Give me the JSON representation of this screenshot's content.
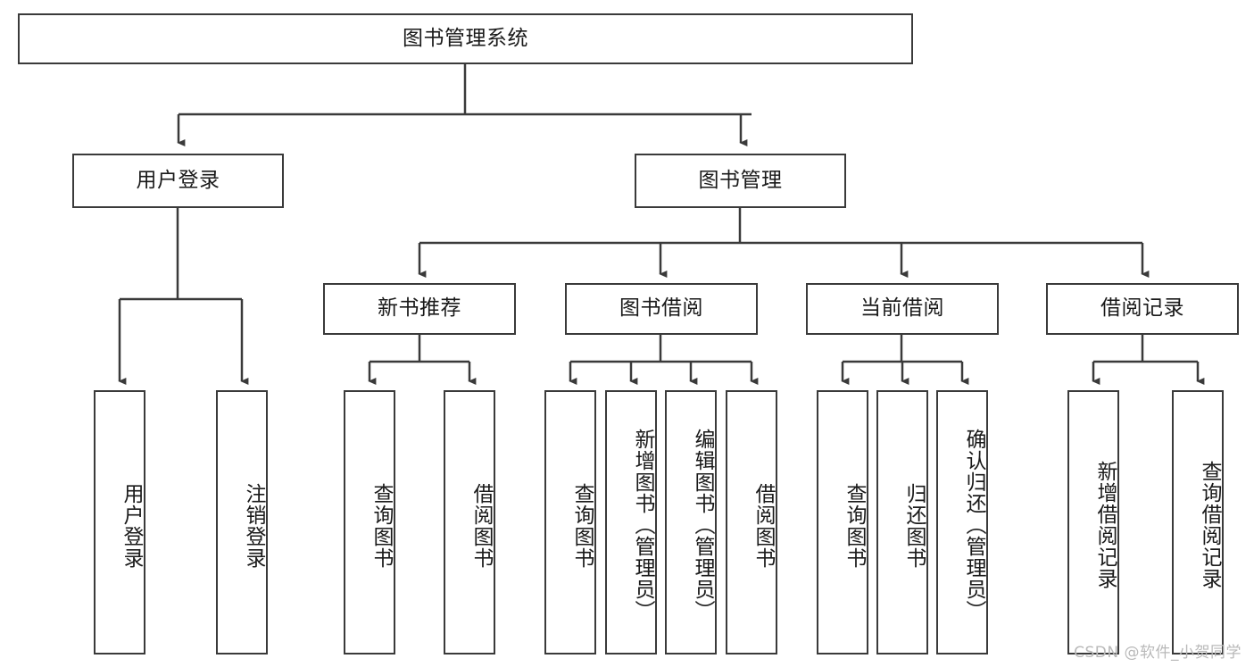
{
  "diagram": {
    "title": "图书管理系统",
    "type": "tree-hierarchy",
    "root": {
      "label": "图书管理系统"
    },
    "level2": [
      {
        "label": "用户登录"
      },
      {
        "label": "图书管理"
      }
    ],
    "level3": [
      {
        "label": "新书推荐"
      },
      {
        "label": "图书借阅"
      },
      {
        "label": "当前借阅"
      },
      {
        "label": "借阅记录"
      }
    ],
    "leaves": {
      "user_login": [
        {
          "label": "用户登录"
        },
        {
          "label": "注销登录"
        }
      ],
      "new_book_recommend": [
        {
          "label": "查询图书"
        },
        {
          "label": "借阅图书"
        }
      ],
      "book_borrow": [
        {
          "label": "查询图书"
        },
        {
          "label": "新增图书（管理员）"
        },
        {
          "label": "编辑图书（管理员）"
        },
        {
          "label": "借阅图书"
        }
      ],
      "current_borrow": [
        {
          "label": "查询图书"
        },
        {
          "label": "归还图书"
        },
        {
          "label": "确认归还（管理员）"
        }
      ],
      "borrow_record": [
        {
          "label": "新增借阅记录"
        },
        {
          "label": "查询借阅记录"
        }
      ]
    }
  },
  "watermark": {
    "text": "CSDN @软件_小贺同学"
  },
  "colors": {
    "border": "#3a3a3a",
    "line": "#3a3a3a",
    "text": "#1a1a1a",
    "background": "#ffffff",
    "watermark": "#b9b9b9"
  }
}
